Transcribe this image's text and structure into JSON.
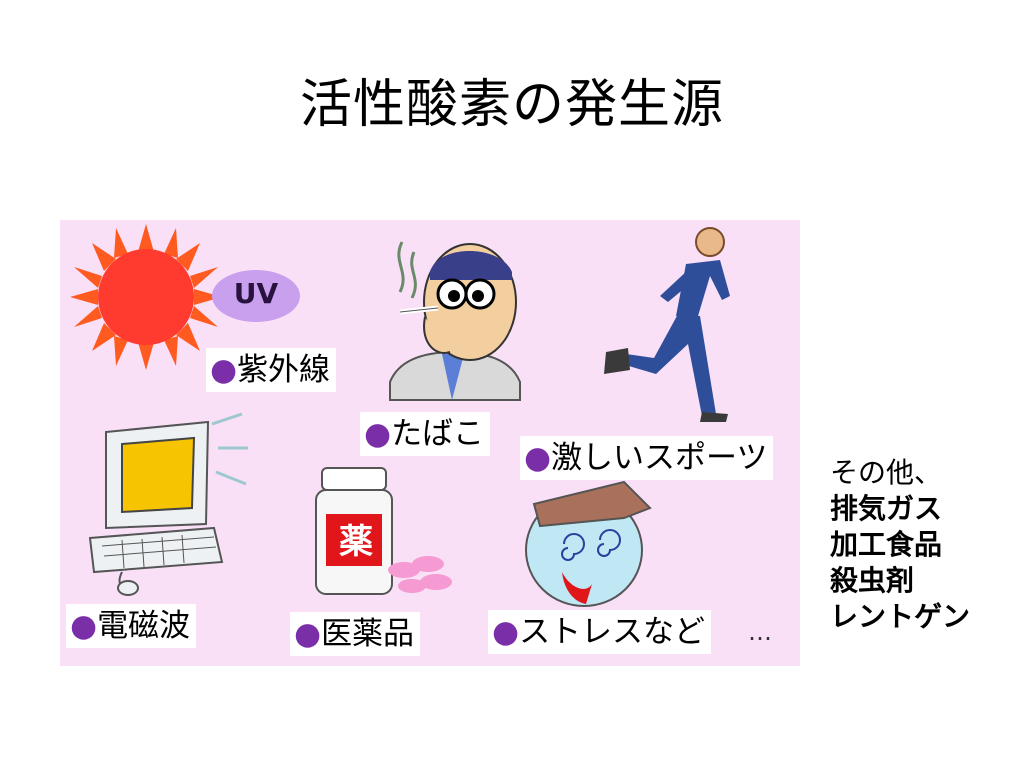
{
  "slide": {
    "title": "活性酸素の発生源"
  },
  "sources": {
    "bullet": "●",
    "uv_badge": "UV",
    "uv": "紫外線",
    "tobacco": "たばこ",
    "sports": "激しいスポーツ",
    "em_waves": "電磁波",
    "medicine": "医薬品",
    "medicine_bottle_label": "薬",
    "stress": "ストレスなど",
    "ellipsis": "…"
  },
  "others": {
    "heading": "その他、",
    "items": [
      "排気ガス",
      "加工食品",
      "殺虫剤",
      "レントゲン"
    ]
  },
  "colors": {
    "panel": "#f9e0f7",
    "bullet": "#7a2fa8",
    "sun": "#ff3b30",
    "uv_bubble": "#c9a0ee"
  }
}
